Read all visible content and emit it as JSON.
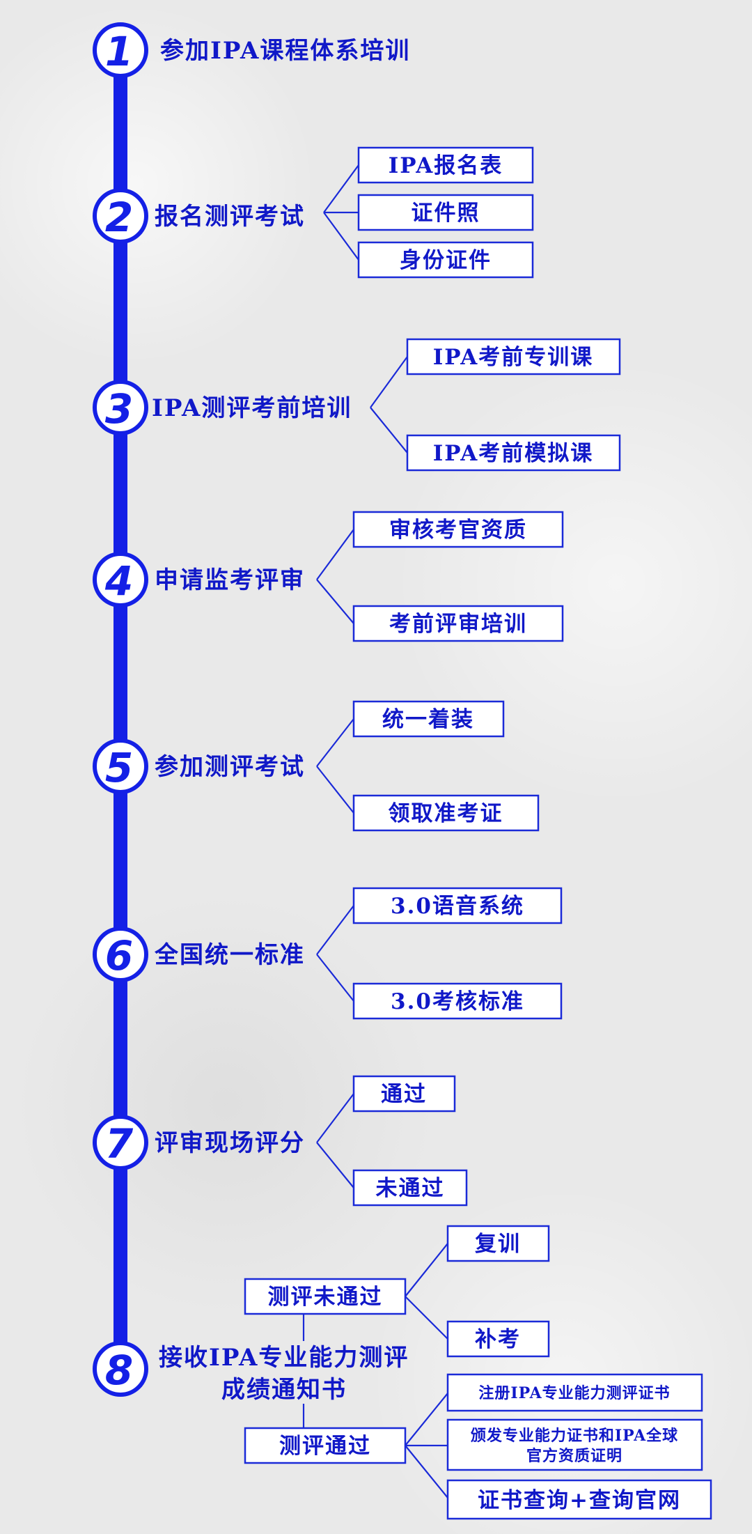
{
  "colors": {
    "accent": "#1420e6",
    "line": "#1a2ad8",
    "text": "#1018c8",
    "background": "#e9e9e9"
  },
  "steps": [
    {
      "num": "1",
      "label": "参加IPA课程体系培训",
      "branches": []
    },
    {
      "num": "2",
      "label": "报名测评考试",
      "branches": [
        "IPA报名表",
        "证件照",
        "身份证件"
      ]
    },
    {
      "num": "3",
      "label": "IPA测评考前培训",
      "branches": [
        "IPA考前专训课",
        "IPA考前模拟课"
      ]
    },
    {
      "num": "4",
      "label": "申请监考评审",
      "branches": [
        "审核考官资质",
        "考前评审培训"
      ]
    },
    {
      "num": "5",
      "label": "参加测评考试",
      "branches": [
        "统一着装",
        "领取准考证"
      ]
    },
    {
      "num": "6",
      "label": "全国统一标准",
      "branches": [
        "3.0语音系统",
        "3.0考核标准"
      ]
    },
    {
      "num": "7",
      "label": "评审现场评分",
      "branches": [
        "通过",
        "未通过"
      ]
    },
    {
      "num": "8",
      "label_line1": "接收IPA专业能力测评",
      "label_line2": "成绩通知书",
      "branches": []
    }
  ],
  "step8": {
    "fail": {
      "label": "测评未通过",
      "options": [
        "复训",
        "补考"
      ]
    },
    "pass": {
      "label": "测评通过",
      "options": [
        {
          "lines": [
            "注册IPA专业能力测评证书"
          ]
        },
        {
          "lines": [
            "颁发专业能力证书和IPA全球",
            "官方资质证明"
          ]
        },
        {
          "lines": [
            "证书查询+查询官网"
          ]
        }
      ]
    }
  }
}
